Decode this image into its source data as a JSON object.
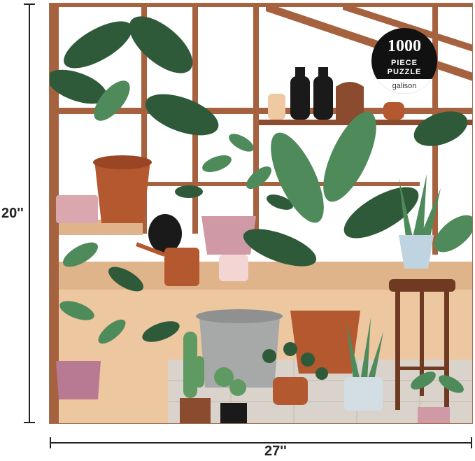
{
  "dimensions": {
    "height_label": "20''",
    "width_label": "27''"
  },
  "badge": {
    "count": "1000",
    "line1": "PIECE",
    "line2": "PUZZLE",
    "brand": "galison"
  },
  "colors": {
    "frame": "#a6623f",
    "leaf_dark": "#2f5a3a",
    "leaf_mid": "#4f8a5b",
    "terracotta": "#b4582f",
    "shelf": "#e0b48a",
    "floor": "#d9d3cb"
  }
}
